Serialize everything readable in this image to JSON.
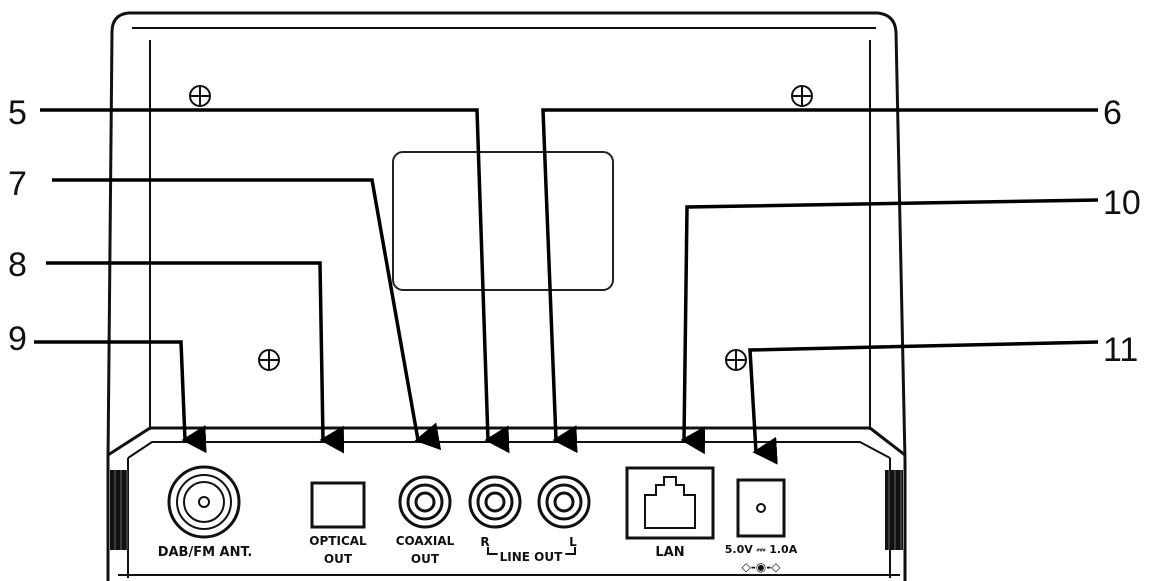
{
  "callouts": {
    "c5": "5",
    "c6": "6",
    "c7": "7",
    "c8": "8",
    "c9": "9",
    "c10": "10",
    "c11": "11"
  },
  "port_labels": {
    "antenna": "DAB/FM ANT.",
    "optical_line1": "OPTICAL",
    "optical_line2": "OUT",
    "coaxial_line1": "COAXIAL",
    "coaxial_line2": "OUT",
    "line_out_r": "R",
    "line_out": "LINE OUT",
    "line_out_l": "L",
    "lan": "LAN",
    "power_rating": "5.0V ⎓ 1.0A",
    "power_polarity": "◇-◉-◇"
  }
}
